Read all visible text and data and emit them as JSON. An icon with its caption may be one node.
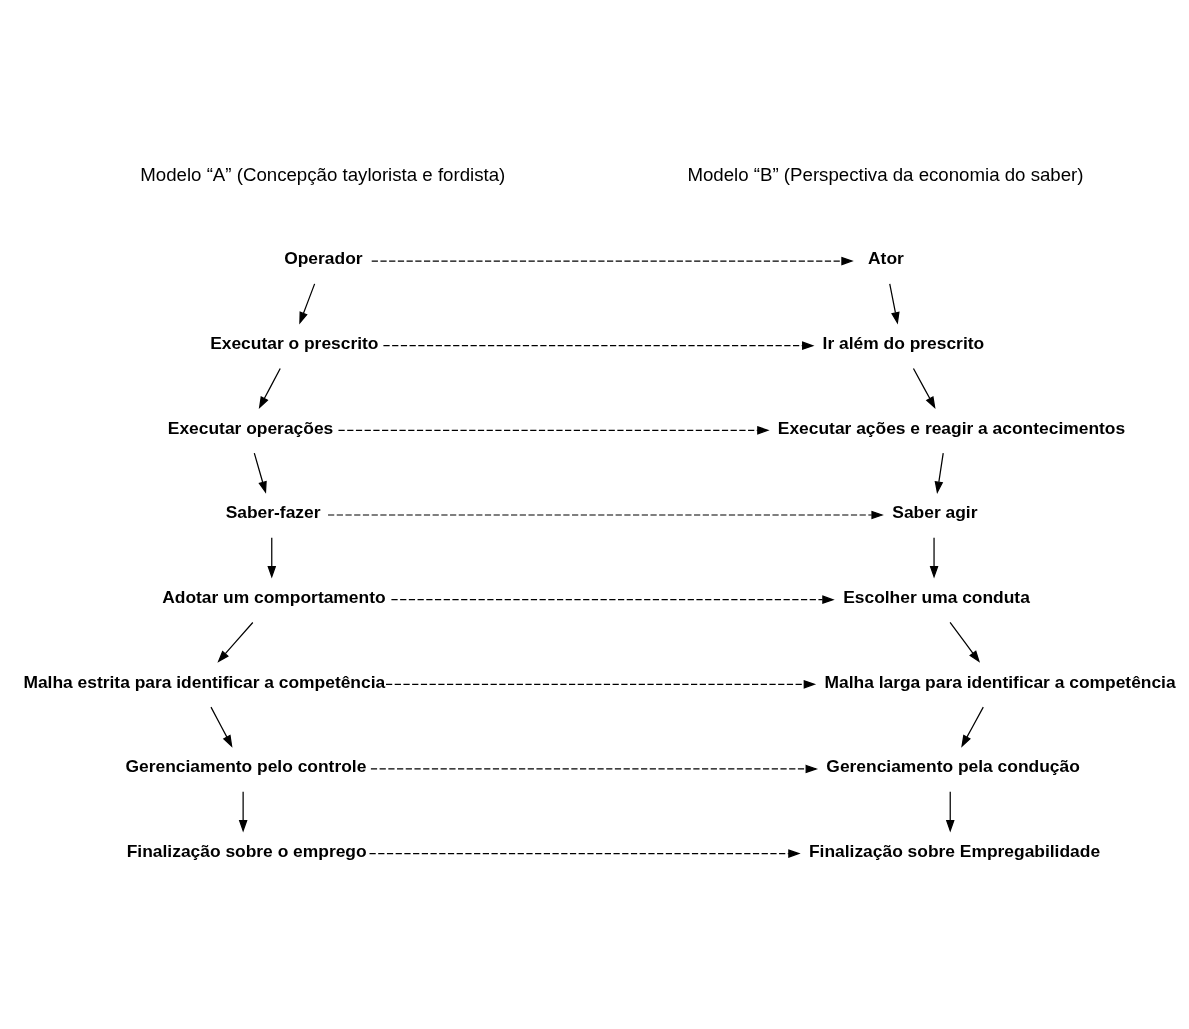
{
  "diagram": {
    "nodes": [
      {
        "text": [
          "Operador"
        ]
      },
      {
        "text": [
          "Ator"
        ]
      },
      {
        "text": [
          "Executar o prescrito"
        ]
      },
      {
        "text": [
          "Ir além do prescrito"
        ]
      },
      {
        "text": [
          "Executar operações"
        ]
      },
      {
        "text": [
          "Executar ações e reagir a acontecimentos"
        ]
      },
      {
        "text": [
          "Saber-fazer"
        ]
      },
      {
        "text": [
          "Saber agir"
        ]
      },
      {
        "text": [
          "Adotar um comportamento"
        ]
      },
      {
        "text": [
          "Escolher uma conduta"
        ]
      },
      {
        "text": [
          "Malha estrita para identificar a competência"
        ]
      },
      {
        "text": [
          "Malha larga para identificar a competência"
        ]
      },
      {
        "text": [
          "Gerenciamento pelo controle"
        ]
      },
      {
        "text": [
          "Gerenciamento pela condução"
        ]
      },
      {
        "text": [
          "Finalização sobre o emprego"
        ]
      },
      {
        "text": [
          "Finalização sobre Empregabilidade"
        ]
      }
    ],
    "edges": [
      {
        "from": 0,
        "to": 1,
        "arrow": "to",
        "style": "dashed"
      },
      {
        "from": 0,
        "to": 2,
        "arrow": "to"
      },
      {
        "from": 1,
        "to": 3,
        "arrow": "to"
      },
      {
        "from": 2,
        "to": 3,
        "arrow": "to",
        "style": "dashed"
      },
      {
        "from": 2,
        "to": 4,
        "arrow": "to"
      },
      {
        "from": 3,
        "to": 5,
        "arrow": "to"
      },
      {
        "from": 4,
        "to": 5,
        "arrow": "to",
        "style": "dashed"
      },
      {
        "from": 4,
        "to": 6,
        "arrow": "to"
      },
      {
        "from": 5,
        "to": 7,
        "arrow": "to"
      },
      {
        "from": 6,
        "to": 7,
        "arrow": "to",
        "style": "dashed"
      },
      {
        "from": 6,
        "to": 8,
        "arrow": "to"
      },
      {
        "from": 7,
        "to": 9,
        "arrow": "to"
      },
      {
        "from": 8,
        "to": 9,
        "arrow": "to",
        "style": "dashed"
      },
      {
        "from": 8,
        "to": 10,
        "arrow": "to"
      },
      {
        "from": 9,
        "to": 11,
        "arrow": "to"
      },
      {
        "from": 10,
        "to": 11,
        "arrow": "to",
        "style": "dashed"
      },
      {
        "from": 10,
        "to": 12,
        "arrow": "to"
      },
      {
        "from": 11,
        "to": 13,
        "arrow": "to"
      },
      {
        "from": 12,
        "to": 13,
        "arrow": "to",
        "style": "dashed"
      },
      {
        "from": 12,
        "to": 14,
        "arrow": "to"
      },
      {
        "from": 13,
        "to": 15,
        "arrow": "to"
      },
      {
        "from": 14,
        "to": 15,
        "arrow": "to",
        "style": "dashed"
      }
    ],
    "labels": [
      "Modelo “A” (Concepção taylorista e fordista)",
      "Modelo “B” (Perspectiva da economia do saber)"
    ]
  }
}
